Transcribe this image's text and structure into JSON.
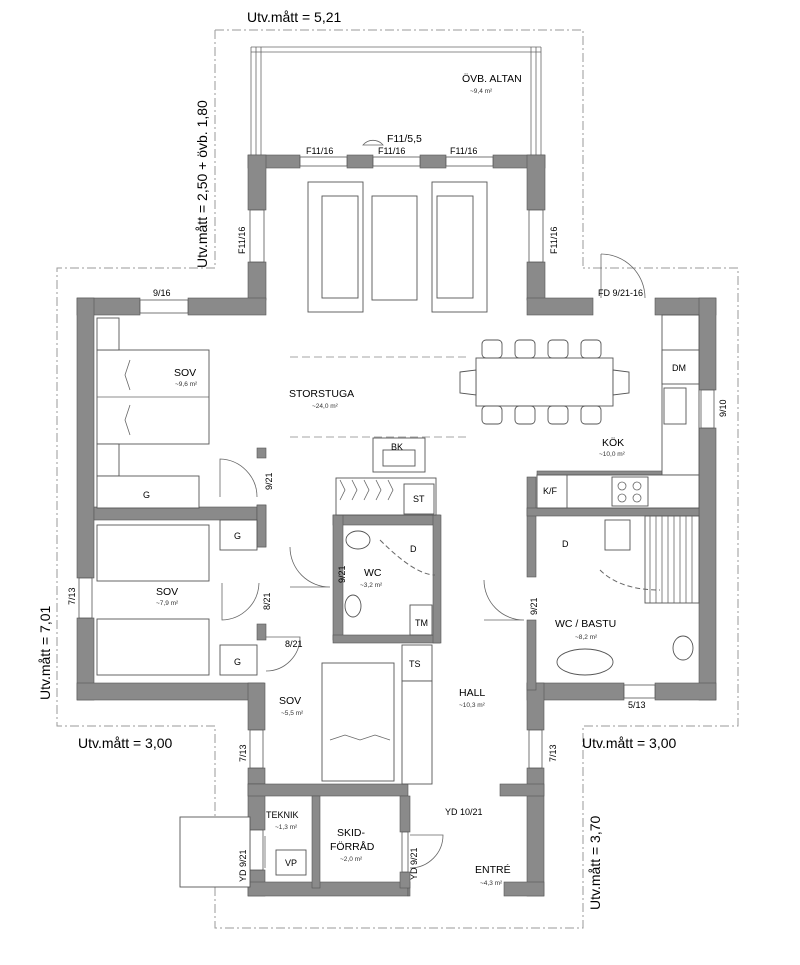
{
  "dimensions": {
    "top": "Utv.mått = 5,21",
    "top_left_vertical": "Utv.mått = 2,50 + övb. 1,80",
    "left_vertical": "Utv.mått = 7,01",
    "left_bottom": "Utv.mått = 3,00",
    "right_bottom": "Utv.mått = 3,00",
    "right_vertical": "Utv.mått = 3,70"
  },
  "rooms": {
    "altan": {
      "name": "ÖVB. ALTAN",
      "area": "~9,4 m²"
    },
    "storstuga": {
      "name": "STORSTUGA",
      "area": "~24,0 m²"
    },
    "kok": {
      "name": "KÖK",
      "area": "~10,0 m²"
    },
    "sov1": {
      "name": "SOV",
      "area": "~9,6 m²"
    },
    "sov2": {
      "name": "SOV",
      "area": "~7,9 m²"
    },
    "sov3": {
      "name": "SOV",
      "area": "~5,5 m²"
    },
    "wc": {
      "name": "WC",
      "area": "~3,2 m²"
    },
    "wcbastu": {
      "name": "WC / BASTU",
      "area": "~8,2 m²"
    },
    "hall": {
      "name": "HALL",
      "area": "~10,3 m²"
    },
    "teknik": {
      "name": "TEKNIK",
      "area": "~1,3 m²"
    },
    "skidforrad": {
      "name_line1": "SKID-",
      "name_line2": "FÖRRÅD",
      "area": "~2,0 m²"
    },
    "entre": {
      "name": "ENTRÉ",
      "area": "~4,3 m²"
    }
  },
  "openings": {
    "f11_5_5": "F11/5,5",
    "f11_16_a": "F11/16",
    "f11_16_b": "F11/16",
    "f11_16_c": "F11/16",
    "f11_16_left": "F11/16",
    "f11_16_right": "F11/16",
    "w9_16": "9/16",
    "fd_9_21_16": "FD 9/21-16",
    "w9_10": "9/10",
    "d9_21_sov1": "9/21",
    "d8_21_sov2": "8/21",
    "d8_21_sov3": "8/21",
    "d9_21_wc": "9/21",
    "d9_21_bastu": "9/21",
    "w7_13_left": "7/13",
    "w7_13_sov3": "7/13",
    "w7_13_hall": "7/13",
    "w5_13": "5/13",
    "yd_10_21": "YD 10/21",
    "yd_9_21_a": "YD 9/21",
    "yd_9_21_b": "YD 9/21"
  },
  "fixtures": {
    "bk": "BK",
    "st": "ST",
    "dm": "DM",
    "kf": "K/F",
    "g1": "G",
    "g2": "G",
    "g3": "G",
    "d_wc": "D",
    "d_bastu": "D",
    "tm": "TM",
    "ts": "TS",
    "vp": "VP"
  }
}
